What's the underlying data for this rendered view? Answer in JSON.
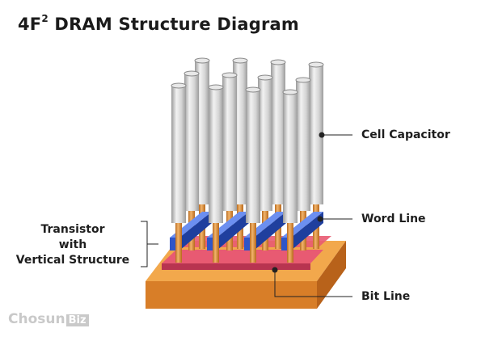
{
  "title": {
    "main": "4F",
    "superscript": "2",
    "rest": " DRAM Structure Diagram"
  },
  "labels": {
    "cell_capacitor": "Cell Capacitor",
    "word_line": "Word Line",
    "bit_line": "Bit Line",
    "transistor_line1": "Transistor",
    "transistor_line2": "with",
    "transistor_line3": "Vertical Structure"
  },
  "watermark": {
    "part1": "Chosun",
    "part2": "Biz"
  },
  "colors": {
    "capacitor": "#d9d9d9",
    "contact": "#e09a4a",
    "word_line": "#3f66d6",
    "bit_line": "#e0506a",
    "substrate_top": "#f0a64a",
    "substrate_side": "#c06a1c"
  }
}
